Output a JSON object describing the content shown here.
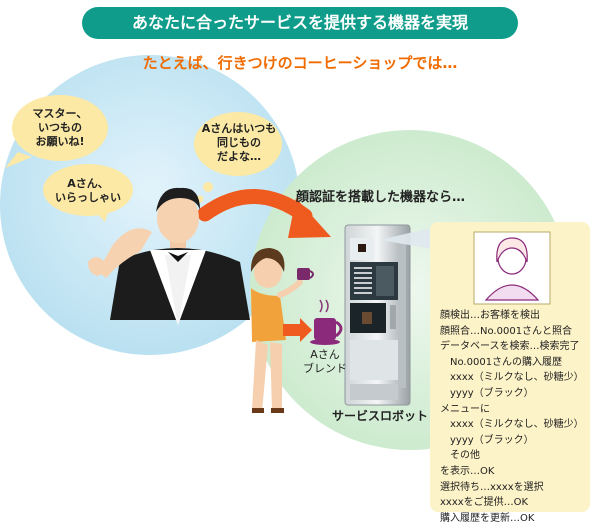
{
  "header": {
    "title": "あなたに合ったサービスを提供する機器を実現",
    "subtitle": "たとえば、行きつけのコーヒーショップでは…"
  },
  "bubbles": {
    "customer_request": [
      "マスター、",
      "いつもの",
      "お願いね!"
    ],
    "master_greeting": [
      "Aさん、",
      "いらっしゃい"
    ],
    "master_thought": [
      "Aさんはいつも",
      "同じもの",
      "だよな…"
    ]
  },
  "labels": {
    "face_recognition": "顔認証を搭載した機器なら…",
    "blend": [
      "Aさん",
      "ブレンド"
    ],
    "robot": "サービスロボット"
  },
  "panel": {
    "lines": [
      {
        "text": "顔検出…お客様を検出",
        "indent": 0
      },
      {
        "text": "顔照合…No.0001さんと照合",
        "indent": 0
      },
      {
        "text": "データベースを検索…検索完了",
        "indent": 0
      },
      {
        "text": "No.0001さんの購入履歴",
        "indent": 1
      },
      {
        "text": "xxxx（ミルクなし、砂糖少）",
        "indent": 1
      },
      {
        "text": "yyyy（ブラック）",
        "indent": 1
      },
      {
        "text": "メニューに",
        "indent": 0
      },
      {
        "text": "xxxx（ミルクなし、砂糖少）",
        "indent": 1
      },
      {
        "text": "yyyy（ブラック）",
        "indent": 1
      },
      {
        "text": "その他",
        "indent": 1
      },
      {
        "text": "を表示…OK",
        "indent": 0
      },
      {
        "text": "選択待ち…xxxxを選択",
        "indent": 0
      },
      {
        "text": "xxxxをご提供…OK",
        "indent": 0
      },
      {
        "text": "購入履歴を更新…OK",
        "indent": 0
      }
    ]
  },
  "colors": {
    "banner": "#0f9c8a",
    "subtitle": "#f06b00",
    "arrow": "#ef5a1e",
    "bubble": "#fbe9a5",
    "panel": "#fdf3c8"
  }
}
